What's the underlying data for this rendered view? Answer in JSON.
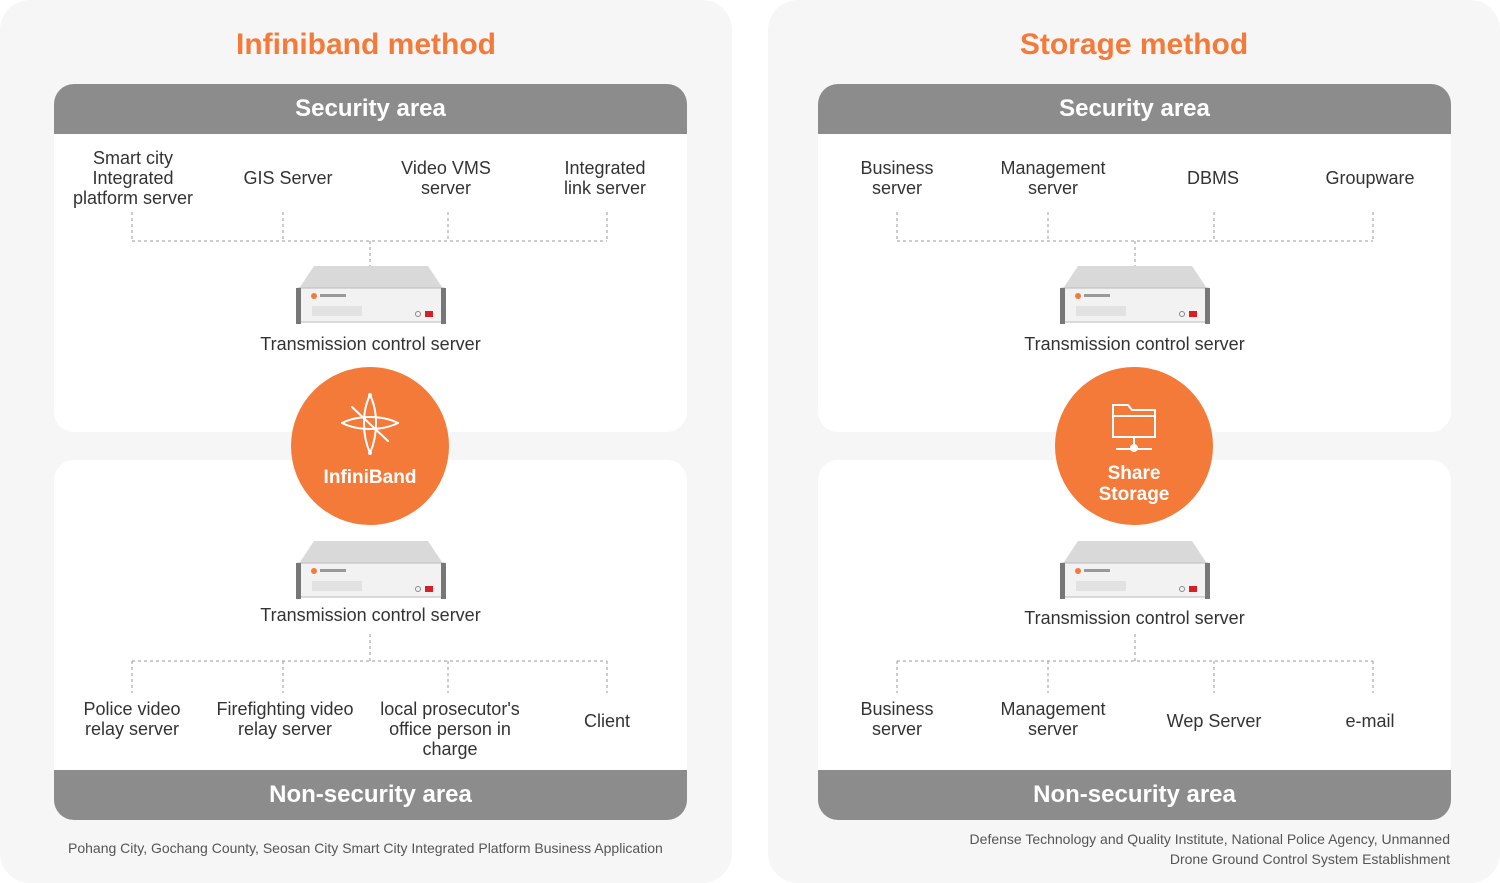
{
  "left": {
    "title": "Infiniband method",
    "security_area": "Security area",
    "non_security_area": "Non-security area",
    "top_servers": [
      "Smart city Integrated platform server",
      "GIS Server",
      "Video VMS server",
      "Integrated link server"
    ],
    "transmission_server": "Transmission control server",
    "hub_label": "InfiniBand",
    "bottom_servers": [
      "Police video relay server",
      "Firefighting video relay server",
      "local prosecutor's office person in charge",
      "Client"
    ],
    "caption": "Pohang City, Gochang County, Seosan City Smart City Integrated Platform Business Application"
  },
  "right": {
    "title": "Storage method",
    "security_area": "Security area",
    "non_security_area": "Non-security area",
    "top_servers": [
      "Business server",
      "Management server",
      "DBMS",
      "Groupware"
    ],
    "transmission_server": "Transmission control server",
    "hub_label": "Share Storage",
    "bottom_servers": [
      "Business server",
      "Management server",
      "Wep Server",
      "e-mail"
    ],
    "caption": "Defense Technology and Quality Institute, National Police Agency, Unmanned Drone Ground Control System Establishment"
  },
  "colors": {
    "accent": "#f47a3a",
    "bar": "#8c8c8c",
    "panel_bg": "#f6f6f6"
  }
}
